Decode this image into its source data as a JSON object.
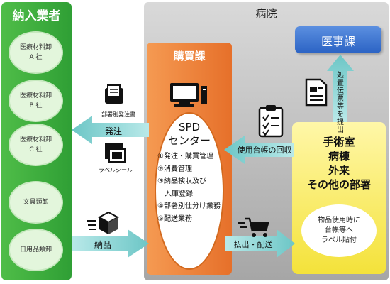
{
  "vendors": {
    "title": "納入業者",
    "items": [
      {
        "line1": "医療材料卸",
        "line2": "A 社"
      },
      {
        "line1": "医療材料卸",
        "line2": "B 社"
      },
      {
        "line1": "医療材料卸",
        "line2": "C 社"
      },
      {
        "line1": "文具類卸",
        "line2": ""
      },
      {
        "line1": "日用品類卸",
        "line2": ""
      }
    ]
  },
  "hospital": {
    "title": "病院",
    "purchase": {
      "title": "購買課",
      "spd_title": "SPD",
      "spd_subtitle": "センター",
      "tasks": [
        "①発注・購買管理",
        "②消費管理",
        "③納品検収及び",
        "　入庫登録",
        "④部署別仕分け業務",
        "⑤配送業務"
      ]
    },
    "medical_affairs": {
      "title": "医事課"
    },
    "departments": {
      "lines": [
        "手術室",
        "病棟",
        "外来",
        "その他の部署"
      ],
      "note": [
        "物品使用時に",
        "台帳等へ",
        "ラベル貼付"
      ]
    }
  },
  "flows": {
    "order": "発注",
    "order_doc": "部署別発注書",
    "label_sheet": "ラベルシール",
    "delivery": "納品",
    "ledger_collect": "使用台帳の回収",
    "dispatch": "払出・配送",
    "submit_slip": [
      "処",
      "置",
      "伝",
      "票",
      "等",
      "を",
      "提",
      "出"
    ]
  },
  "colors": {
    "vendor_green": "#3aa93c",
    "purchase_orange": "#ef8a3f",
    "medical_blue": "#3a75d1",
    "dept_yellow": "#f7e84a",
    "arrow_teal": "#8fd6d6"
  }
}
